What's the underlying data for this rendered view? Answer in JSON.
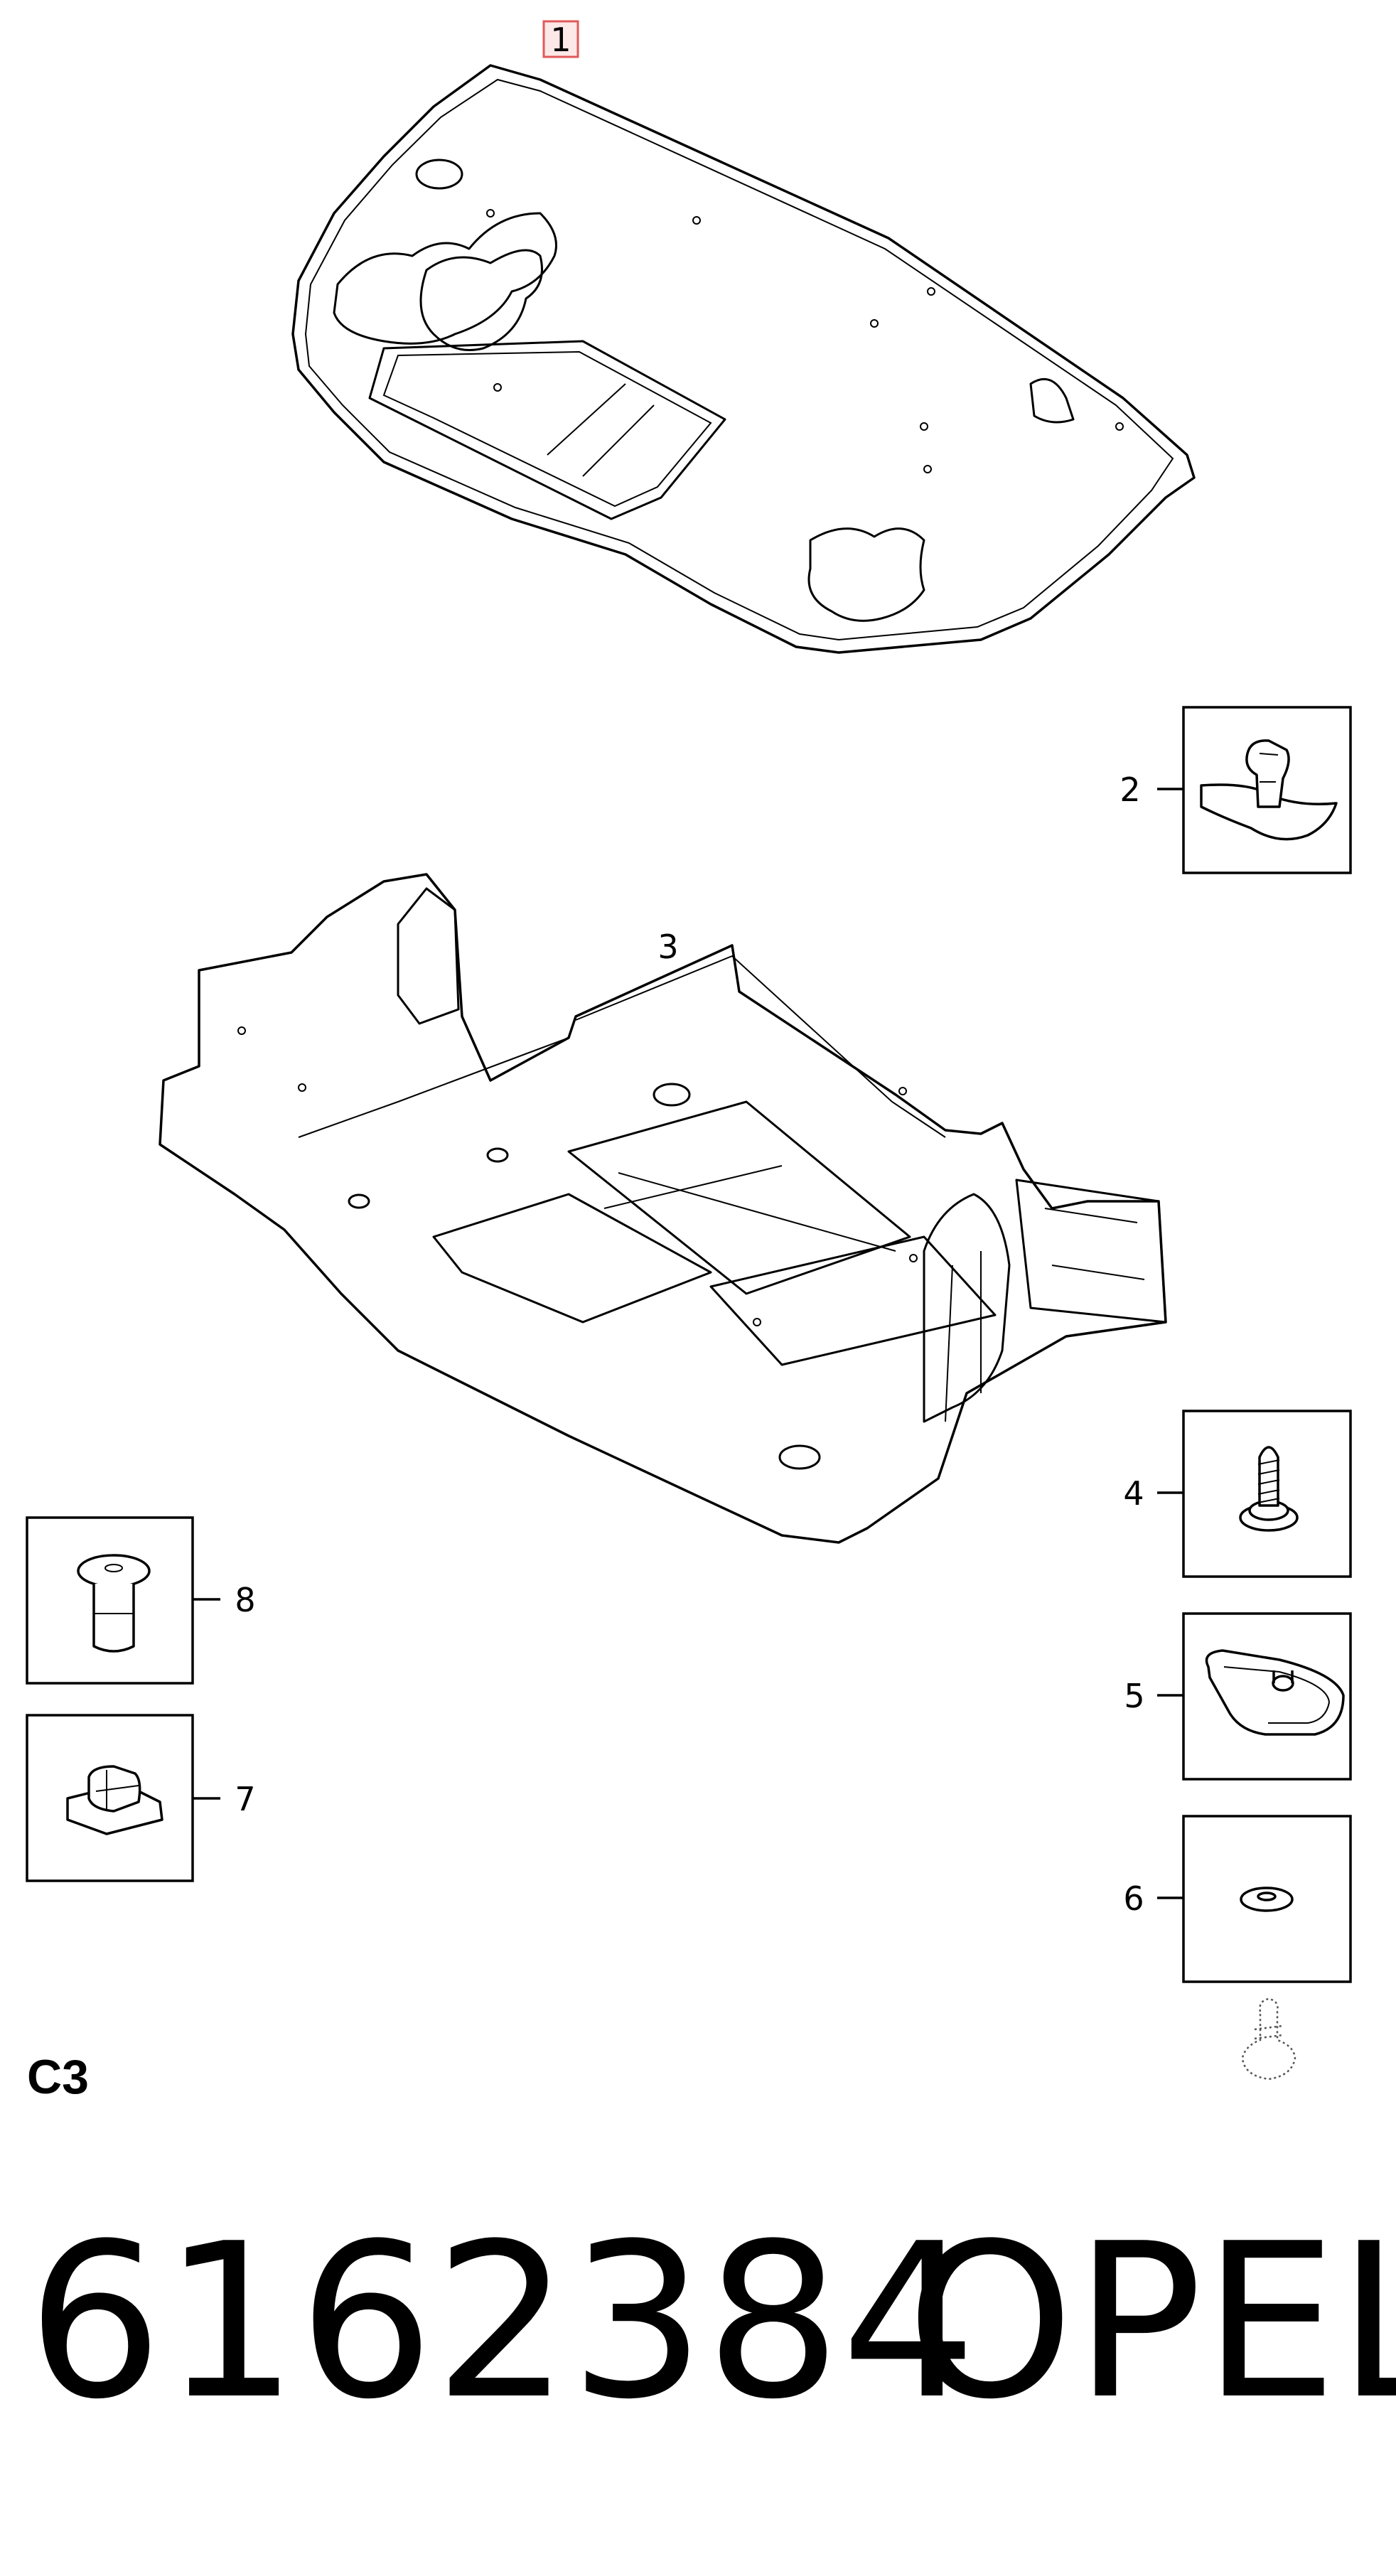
{
  "callouts": [
    {
      "id": "1",
      "label": "1"
    },
    {
      "id": "2",
      "label": "2"
    },
    {
      "id": "3",
      "label": "3"
    },
    {
      "id": "4",
      "label": "4"
    },
    {
      "id": "5",
      "label": "5"
    },
    {
      "id": "6",
      "label": "6"
    },
    {
      "id": "7",
      "label": "7"
    },
    {
      "id": "8",
      "label": "8"
    }
  ],
  "section_code": "C3",
  "part_number": "6162384",
  "brand": "OPEL",
  "colors": {
    "highlight_border": "#e05a5a",
    "highlight_fill": "#fde8e8",
    "line": "#000000"
  }
}
